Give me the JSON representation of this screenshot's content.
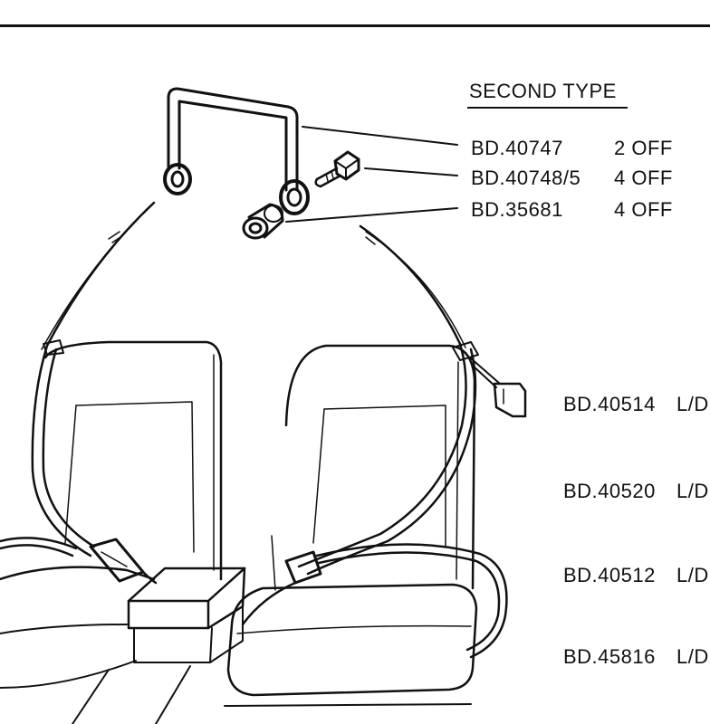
{
  "header": {
    "title": "SECOND TYPE"
  },
  "parts": [
    {
      "number": "BD.40747",
      "qty": "2 OFF"
    },
    {
      "number": "BD.40748/5",
      "qty": "4 OFF"
    },
    {
      "number": "BD.35681",
      "qty": "4 OFF"
    }
  ],
  "side_parts": [
    {
      "number": "BD.40514",
      "suffix": "L/D"
    },
    {
      "number": "BD.40520",
      "suffix": "L/D"
    },
    {
      "number": "BD.40512",
      "suffix": "L/D"
    },
    {
      "number": "BD.45816",
      "suffix": "L/D"
    }
  ]
}
